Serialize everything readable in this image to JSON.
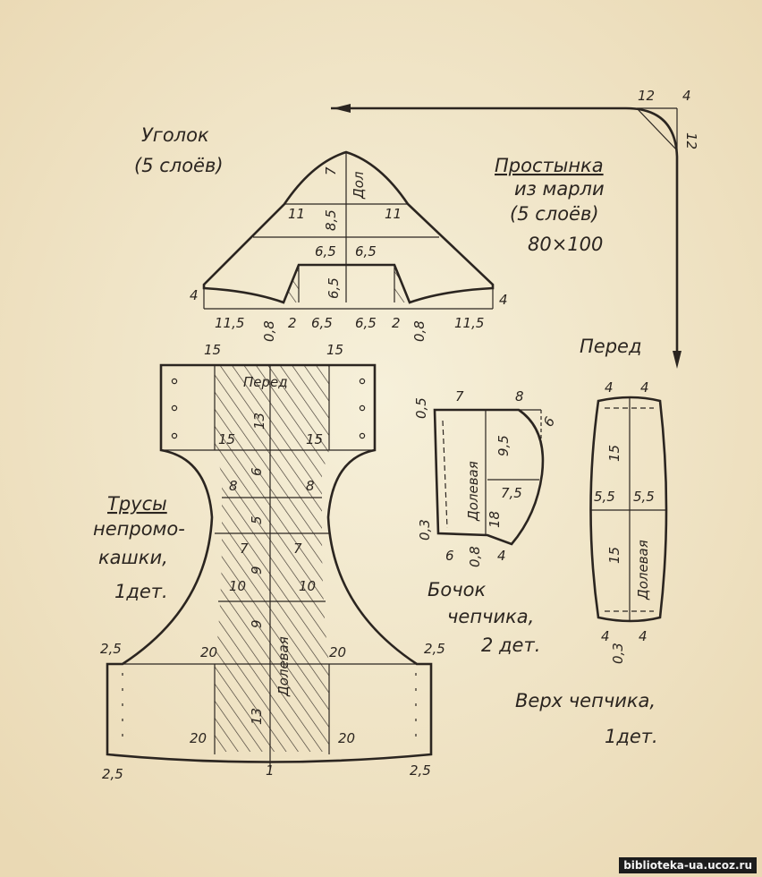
{
  "corner": {
    "title": "Уголок",
    "layers": "(5 слоёв)",
    "dims": {
      "top_height": "7",
      "grain": "Дол",
      "mid_height": "8,5",
      "left_width": "11",
      "right_width": "11",
      "low_left": "6,5",
      "low_right": "6,5",
      "inner_height": "6,5",
      "side_left": "4",
      "side_right": "4",
      "base_left": "11,5",
      "base_08_left": "0,8",
      "base_2_left": "2",
      "base_65_left": "6,5",
      "base_65_right": "6,5",
      "base_2_right": "2",
      "base_08_right": "0,8",
      "base_right": "11,5"
    }
  },
  "sheet": {
    "title": "Простынка",
    "material": "из марли",
    "layers": "(5 слоёв)",
    "size": "80×100",
    "corner_12_top": "12",
    "corner_4": "4",
    "corner_12_side": "12"
  },
  "pants": {
    "title": "Трусы",
    "desc1": "непромо-",
    "desc2": "кашки,",
    "count": "1дет.",
    "front": "Перед",
    "grain": "Долевая",
    "dims": {
      "top_left": "15",
      "top_right": "15",
      "r1_left": "15",
      "r1_mid": "13",
      "r1_right": "15",
      "r2_mid": "6",
      "r3_left": "8",
      "r3_right": "8",
      "r4_mid": "5",
      "r5_left": "7",
      "r5_mid": "9",
      "r5_right": "7",
      "r6_left": "10",
      "r6_right": "10",
      "r7_mid": "9",
      "r8_left": "20",
      "r8_right": "20",
      "side_left_top": "2,5",
      "side_right_top": "2,5",
      "r9_mid": "13",
      "r10_left": "20",
      "r10_right": "20",
      "bottom_left": "2,5",
      "bottom_mid": "1",
      "bottom_right": "2,5"
    }
  },
  "side_piece": {
    "title": "Бочок",
    "title2": "чепчика,",
    "count": "2 дет.",
    "grain": "Долевая",
    "dims": {
      "top_05": "0,5",
      "top_7": "7",
      "top_8": "8",
      "right_6": "6",
      "h_95": "9,5",
      "w_75": "7,5",
      "h_18": "18",
      "left_03": "0,3",
      "bot_6": "6",
      "bot_08": "0,8",
      "bot_4": "4"
    }
  },
  "top_piece": {
    "title": "Верх чепчика,",
    "count": "1дет.",
    "front": "Перед",
    "grain": "Долевая",
    "dims": {
      "top_left": "4",
      "top_right": "4",
      "h_upper": "15",
      "w_left": "5,5",
      "w_right": "5,5",
      "h_lower": "15",
      "bot_left": "4",
      "bot_03": "0,3",
      "bot_right": "4"
    }
  },
  "watermark": "biblioteka-ua.ucoz.ru"
}
